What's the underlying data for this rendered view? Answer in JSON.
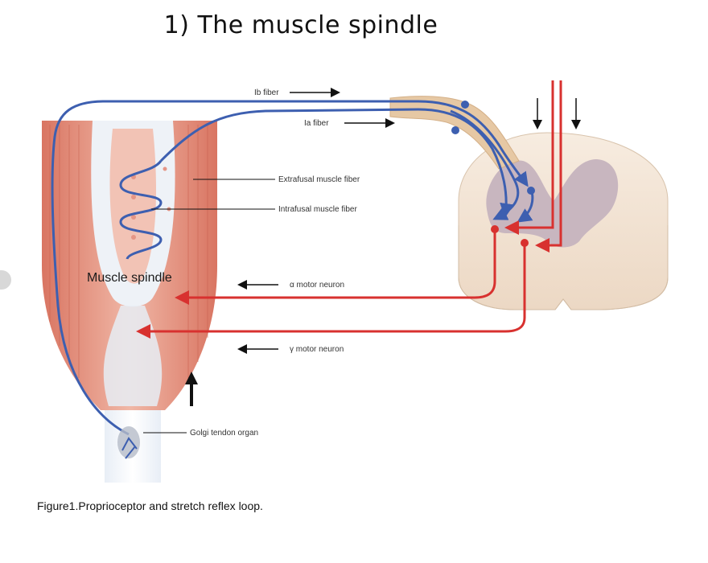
{
  "title": "1) The muscle spindle",
  "caption": "Figure1.Proprioceptor and stretch reflex loop.",
  "labels": {
    "ib_fiber": "Ib fiber",
    "ia_fiber": "Ia fiber",
    "extrafusal": "Extrafusal muscle fiber",
    "intrafusal": "Intrafusal muscle fiber",
    "muscle_spindle": "Muscle spindle",
    "alpha_motor": "α motor neuron",
    "gamma_motor": "γ motor neuron",
    "golgi": "Golgi tendon organ"
  },
  "colors": {
    "sensory": "#3d5fb0",
    "motor": "#d8312f",
    "muscle": "#e89a86",
    "spinal_cord": "#f4e6d6",
    "gray_matter": "#c8b6bf"
  }
}
